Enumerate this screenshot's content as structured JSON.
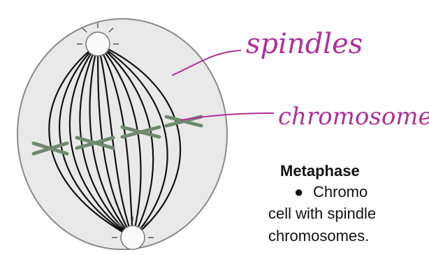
{
  "labels": {
    "spindles": "spindles",
    "chromosomes": "chromosomes"
  },
  "caption": {
    "heading": "Metaphase",
    "bullet_text": "Chromo",
    "line2": "cell with spindle",
    "line3": "chromosomes."
  },
  "colors": {
    "annotation": "#b0309a",
    "cell_fill": "#e8e8e8",
    "chromosome": "#6f8a6f"
  }
}
